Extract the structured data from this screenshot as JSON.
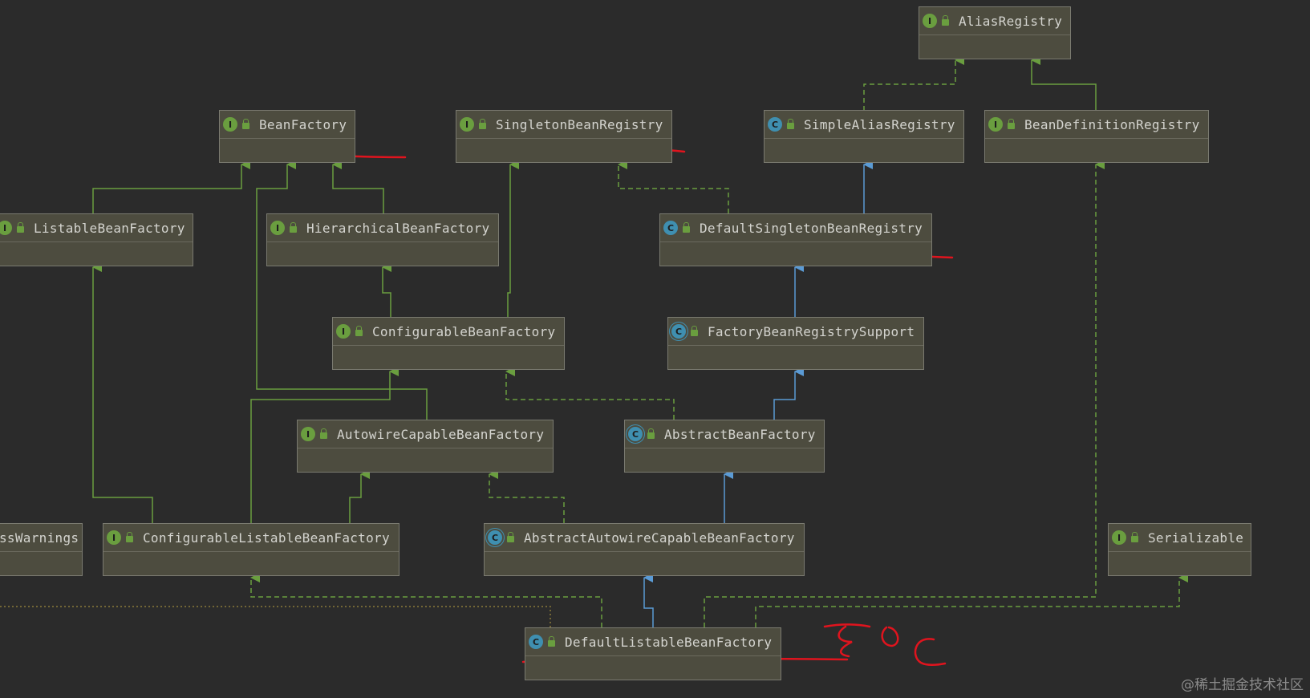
{
  "nodes": {
    "alias_registry": {
      "name": "AliasRegistry",
      "badge": "I"
    },
    "bean_factory": {
      "name": "BeanFactory",
      "badge": "I"
    },
    "singleton_bean_registry": {
      "name": "SingletonBeanRegistry",
      "badge": "I"
    },
    "simple_alias_registry": {
      "name": "SimpleAliasRegistry",
      "badge": "C"
    },
    "bean_definition_registry": {
      "name": "BeanDefinitionRegistry",
      "badge": "I"
    },
    "listable_bean_factory": {
      "name": "ListableBeanFactory",
      "badge": "I"
    },
    "hierarchical_bean_factory": {
      "name": "HierarchicalBeanFactory",
      "badge": "I"
    },
    "default_singleton_bean_registry": {
      "name": "DefaultSingletonBeanRegistry",
      "badge": "C"
    },
    "configurable_bean_factory": {
      "name": "ConfigurableBeanFactory",
      "badge": "I"
    },
    "factory_bean_registry_support": {
      "name": "FactoryBeanRegistrySupport",
      "badge": "C"
    },
    "autowire_capable_bean_factory": {
      "name": "AutowireCapableBeanFactory",
      "badge": "I"
    },
    "abstract_bean_factory": {
      "name": "AbstractBeanFactory",
      "badge": "C"
    },
    "suppress_warnings": {
      "name": "ssWarnings",
      "badge": ""
    },
    "configurable_listable_bean_factory": {
      "name": "ConfigurableListableBeanFactory",
      "badge": "I"
    },
    "abstract_autowire_capable_bean_factory": {
      "name": "AbstractAutowireCapableBeanFactory",
      "badge": "C"
    },
    "serializable": {
      "name": "Serializable",
      "badge": "I"
    },
    "default_listable_bean_factory": {
      "name": "DefaultListableBeanFactory",
      "badge": "C"
    }
  },
  "colors": {
    "background": "#2b2b2b",
    "node_fill": "#4d4c3f",
    "interface_edge": "#6a9e3f",
    "class_edge": "#5b9bd5",
    "annotation_red": "#e0141e"
  },
  "watermark": "@稀土掘金技术社区"
}
